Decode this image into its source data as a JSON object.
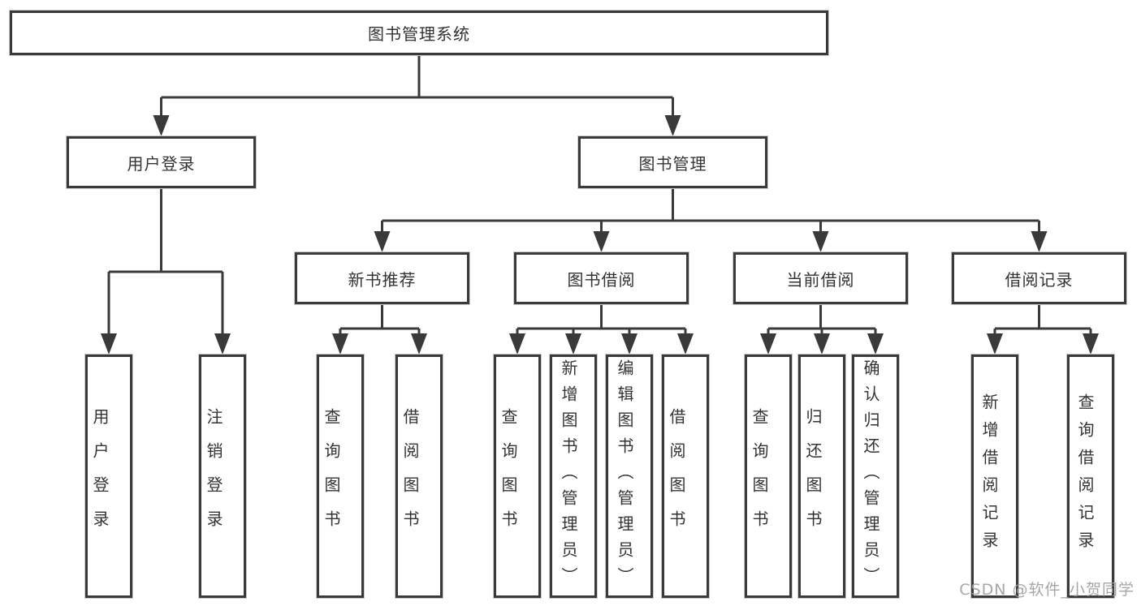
{
  "diagram": {
    "title": "图书管理系统",
    "root": {
      "label": "图书管理系统"
    },
    "level2": [
      {
        "label": "用户登录"
      },
      {
        "label": "图书管理"
      }
    ],
    "level3": [
      {
        "label": "新书推荐",
        "parent": "图书管理"
      },
      {
        "label": "图书借阅",
        "parent": "图书管理"
      },
      {
        "label": "当前借阅",
        "parent": "图书管理"
      },
      {
        "label": "借阅记录",
        "parent": "图书管理"
      }
    ],
    "leaves": [
      {
        "label": "用户登录",
        "parent": "用户登录"
      },
      {
        "label": "注销登录",
        "parent": "用户登录"
      },
      {
        "label": "查询图书",
        "parent": "新书推荐"
      },
      {
        "label": "借阅图书",
        "parent": "新书推荐"
      },
      {
        "label": "查询图书",
        "parent": "图书借阅"
      },
      {
        "label": "新增图书（管理员）",
        "parent": "图书借阅"
      },
      {
        "label": "编辑图书（管理员）",
        "parent": "图书借阅"
      },
      {
        "label": "借阅图书",
        "parent": "图书借阅"
      },
      {
        "label": "查询图书",
        "parent": "当前借阅"
      },
      {
        "label": "归还图书",
        "parent": "当前借阅"
      },
      {
        "label": "确认归还（管理员）",
        "parent": "当前借阅"
      },
      {
        "label": "新增借阅记录",
        "parent": "借阅记录"
      },
      {
        "label": "查询借阅记录",
        "parent": "借阅记录"
      }
    ]
  },
  "watermark": {
    "text": "CSDN @软件_小贺同学"
  },
  "colors": {
    "line": "#3a3a3a",
    "box_border": "#3a3a3a",
    "box_fill": "#ffffff",
    "text": "#333333",
    "watermark": "#9e9e9e",
    "background": "#ffffff"
  }
}
